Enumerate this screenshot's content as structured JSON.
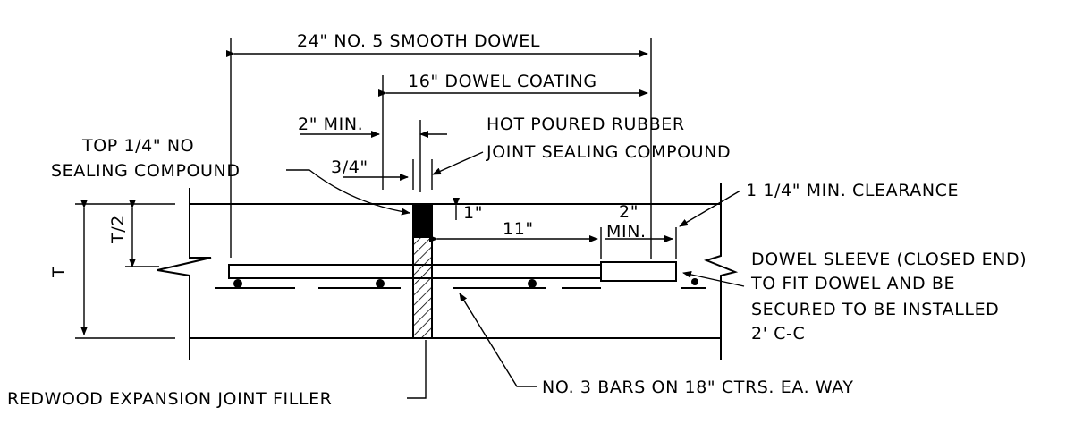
{
  "labels": {
    "dowel_length": "24\" NO. 5 SMOOTH DOWEL",
    "dowel_coating": "16\" DOWEL COATING",
    "min_2": "2\" MIN.",
    "hot_poured_1": "HOT POURED RUBBER",
    "hot_poured_2": "JOINT SEALING COMPOUND",
    "top_quarter_1": "TOP 1/4\" NO",
    "top_quarter_2": "SEALING COMPOUND",
    "three_quarter": "3/4\"",
    "one_inch": "1\"",
    "eleven_inch": "11\"",
    "two_inch_right": "2\"",
    "min_right": "MIN.",
    "clearance": "1 1/4\" MIN. CLEARANCE",
    "half_depth": "T/2",
    "thickness": "T",
    "sleeve_1": "DOWEL SLEEVE (CLOSED END)",
    "sleeve_2": "TO FIT DOWEL AND BE",
    "sleeve_3": "SECURED TO BE INSTALLED",
    "sleeve_4": "2' C-C",
    "bars": "NO. 3 BARS ON 18\" CTRS. EA. WAY",
    "redwood": "REDWOOD EXPANSION JOINT FILLER"
  }
}
